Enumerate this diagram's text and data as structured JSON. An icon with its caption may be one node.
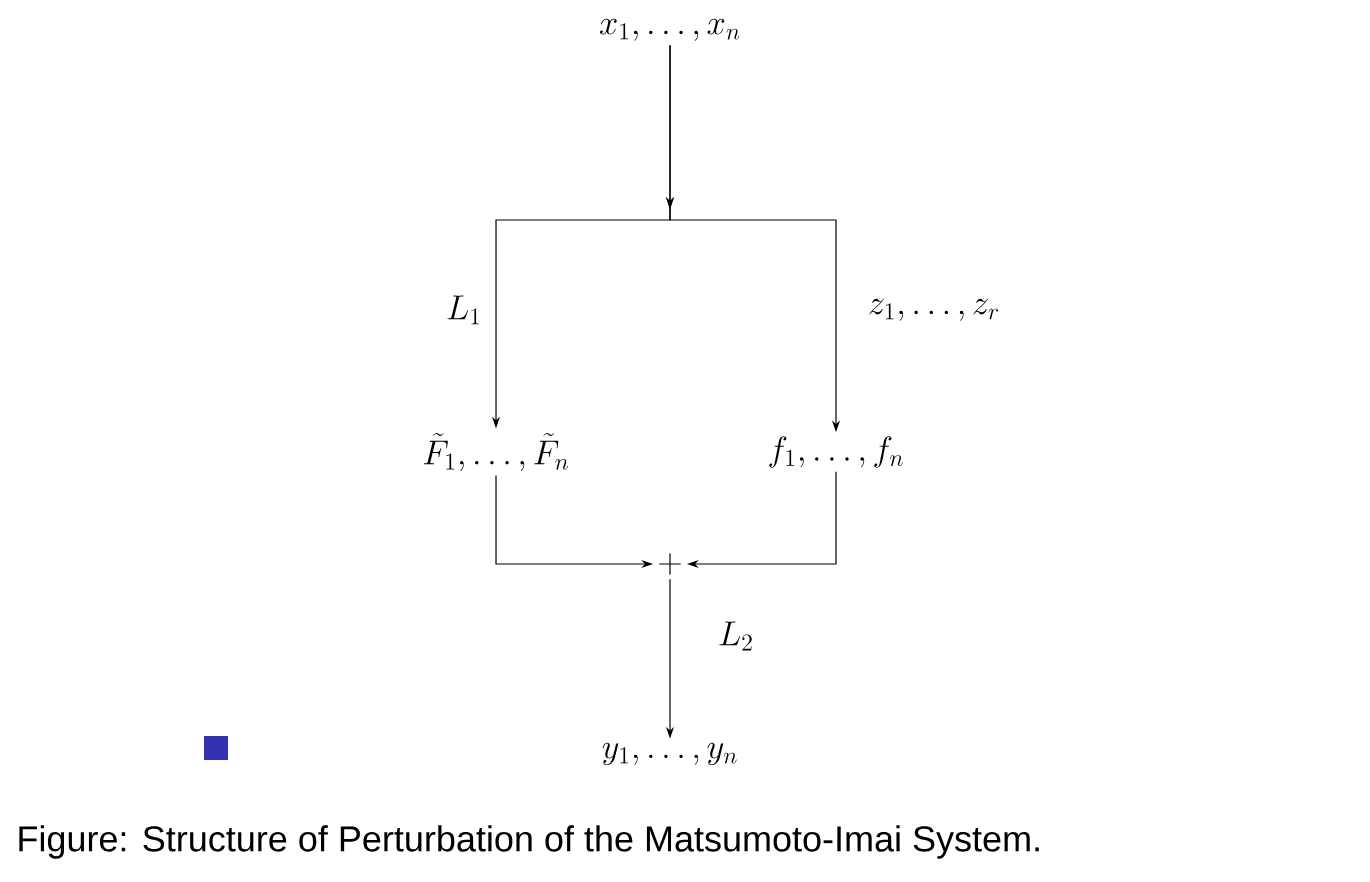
{
  "diagram": {
    "caption": "Figure: Structure of Perturbation of the Matsumoto-Imai System.",
    "nodes": [
      {
        "text": [
          "x_1, \\ldots, x_n"
        ]
      },
      {
        "text": [
          "\\tilde{F}_1, \\ldots, \\tilde{F}_n"
        ]
      },
      {
        "text": [
          "f_1, \\ldots, f_n"
        ]
      },
      {
        "text": [
          "+"
        ]
      },
      {
        "text": [
          "y_1, \\ldots, y_n"
        ]
      }
    ],
    "edges": [
      {
        "from": 0,
        "to": 1,
        "arrow": "to",
        "label": "L_1"
      },
      {
        "from": 0,
        "to": 2,
        "arrow": "to",
        "label": "z_1, \\ldots, z_r"
      },
      {
        "from": 1,
        "to": 3,
        "arrow": "to"
      },
      {
        "from": 2,
        "to": 3,
        "arrow": "to"
      },
      {
        "from": 3,
        "to": 4,
        "arrow": "to",
        "label": "L_2"
      }
    ]
  }
}
